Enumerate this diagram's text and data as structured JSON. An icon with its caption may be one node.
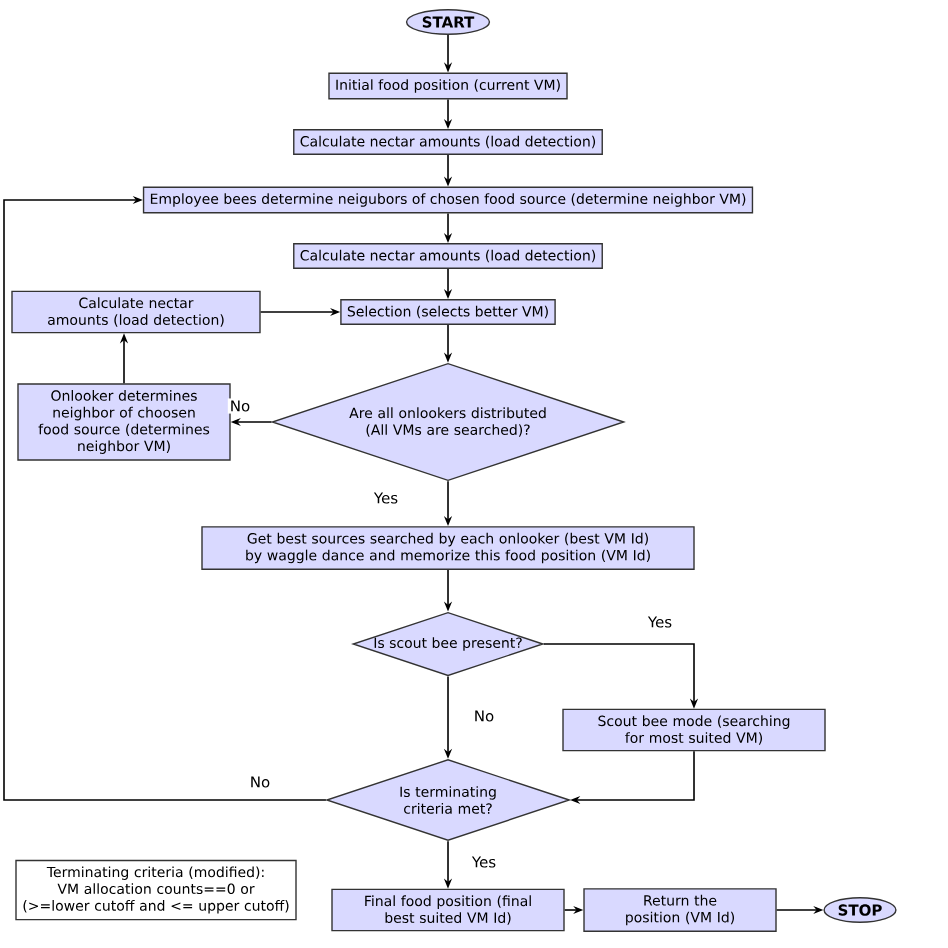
{
  "diagram": {
    "nodes": [
      {
        "text": [
          "START"
        ]
      },
      {
        "text": [
          "Initial food position (current VM)"
        ]
      },
      {
        "text": [
          "Calculate nectar amounts (load detection)"
        ]
      },
      {
        "text": [
          "Employee bees determine neigubors of chosen food source (determine neighbor VM)"
        ]
      },
      {
        "text": [
          "Calculate nectar amounts (load detection)"
        ]
      },
      {
        "text": [
          "Selection (selects better VM)"
        ]
      },
      {
        "text": [
          "Calculate nectar amounts (load detection)"
        ]
      },
      {
        "text": [
          "Onlooker determines neighbor of choosen food source (determines neighbor VM)"
        ]
      },
      {
        "text": [
          "Are all onlookers distributed (All VMs are searched)?"
        ]
      },
      {
        "text": [
          "Get best sources searched by each onlooker (best VM Id) by waggle dance and memorize this food position (VM Id)"
        ]
      },
      {
        "text": [
          "Is scout bee present?"
        ]
      },
      {
        "text": [
          "Scout bee mode (searching for most suited VM)"
        ]
      },
      {
        "text": [
          "Is terminating criteria met?"
        ]
      },
      {
        "text": [
          "Terminating criteria (modified): VM allocation counts==0 or (>=lower cutoff and <= upper cutoff)"
        ]
      },
      {
        "text": [
          "Final food position (final best suited VM Id)"
        ]
      },
      {
        "text": [
          "Return the position (VM Id)"
        ]
      },
      {
        "text": [
          "STOP"
        ]
      }
    ],
    "edges": [
      {
        "from": 0,
        "to": 1,
        "arrow": "to"
      },
      {
        "from": 1,
        "to": 2,
        "arrow": "to"
      },
      {
        "from": 2,
        "to": 3,
        "arrow": "to"
      },
      {
        "from": 3,
        "to": 4,
        "arrow": "to"
      },
      {
        "from": 4,
        "to": 5,
        "arrow": "to"
      },
      {
        "from": 5,
        "to": 8,
        "arrow": "to"
      },
      {
        "from": 8,
        "to": 7,
        "arrow": "to",
        "label": "No"
      },
      {
        "from": 7,
        "to": 6,
        "arrow": "to"
      },
      {
        "from": 6,
        "to": 5,
        "arrow": "to"
      },
      {
        "from": 8,
        "to": 9,
        "arrow": "to",
        "label": "Yes"
      },
      {
        "from": 9,
        "to": 10,
        "arrow": "to"
      },
      {
        "from": 10,
        "to": 11,
        "arrow": "to",
        "label": "Yes"
      },
      {
        "from": 10,
        "to": 12,
        "arrow": "to",
        "label": "No"
      },
      {
        "from": 11,
        "to": 12,
        "arrow": "to"
      },
      {
        "from": 12,
        "to": 3,
        "arrow": "to",
        "label": "No"
      },
      {
        "from": 12,
        "to": 14,
        "arrow": "to",
        "label": "Yes"
      },
      {
        "from": 14,
        "to": 15,
        "arrow": "to"
      },
      {
        "from": 15,
        "to": 16,
        "arrow": "to"
      }
    ]
  }
}
